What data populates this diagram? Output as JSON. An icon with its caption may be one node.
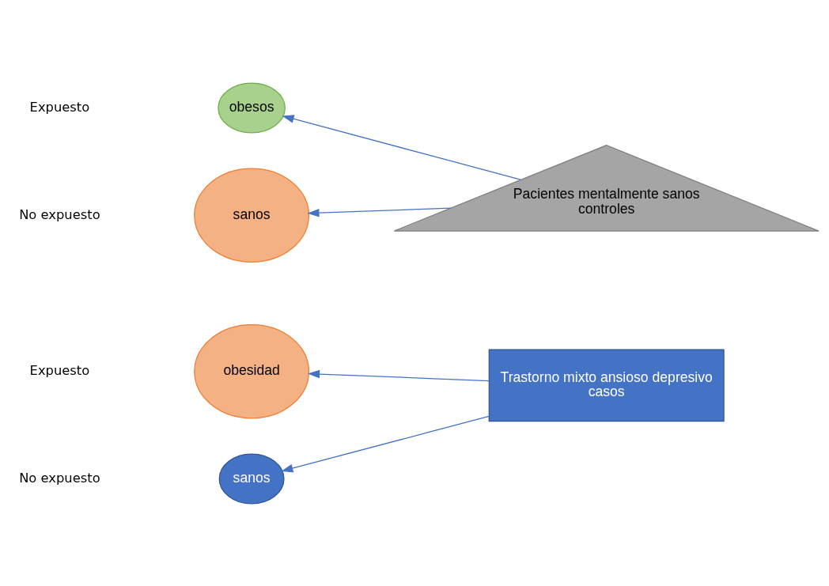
{
  "diagram": {
    "nodes": [
      {
        "text": [
          "obesidad"
        ]
      },
      {
        "text": [
          "sanos"
        ]
      },
      {
        "text": [
          "Trastorno mixto ansioso depresivo",
          "casos"
        ]
      },
      {
        "text": [
          "obesos"
        ]
      },
      {
        "text": [
          "sanos"
        ]
      },
      {
        "text": [
          "Pacientes mentalmente sanos",
          "controles"
        ]
      }
    ],
    "edges": [
      {
        "from": 2,
        "to": 0,
        "arrow": "to"
      },
      {
        "from": 2,
        "to": 1,
        "arrow": "to"
      },
      {
        "from": 5,
        "to": 3,
        "arrow": "to"
      },
      {
        "from": 5,
        "to": 4,
        "arrow": "to"
      }
    ],
    "labels": [
      "Expuesto",
      "No expuesto",
      "Expuesto",
      "No expuesto"
    ]
  }
}
